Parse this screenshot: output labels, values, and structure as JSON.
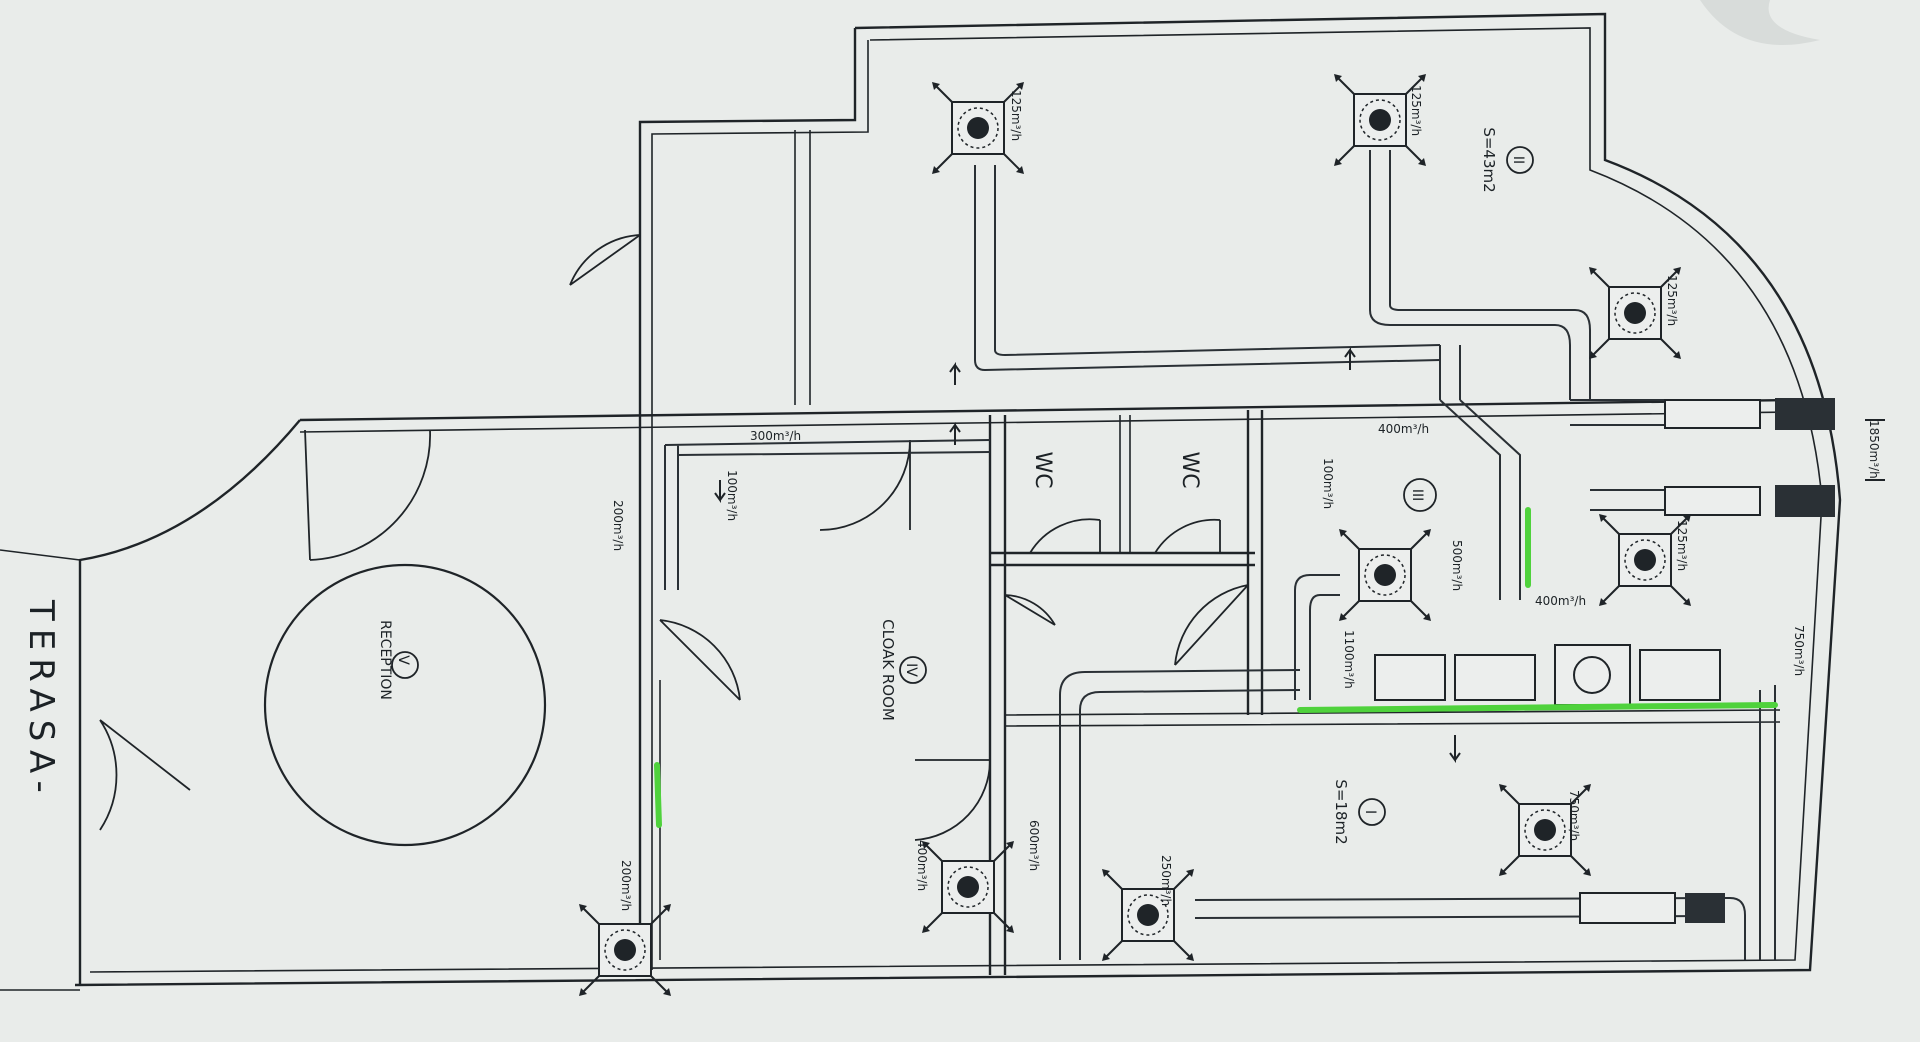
{
  "rooms": {
    "terrace": "TERASA-",
    "reception_num": "V",
    "reception": "RECEPTION",
    "cloak_num": "IV",
    "cloak": "CLOAK ROOM",
    "wc1": "WC",
    "wc2": "WC",
    "room1_num": "I",
    "room1_area": "S=18m2",
    "room2_num": "II",
    "room2_area": "S=43m2",
    "room3_num": "III"
  },
  "airflows": {
    "a300": "300m³/h",
    "a100a": "100m³/h",
    "a200a": "200m³/h",
    "a100b": "100m³/h",
    "a400a": "400m³/h",
    "a500": "500m³/h",
    "a1100": "1100m³/h",
    "a400b": "400m³/h",
    "a200b": "200m³/h",
    "a600": "600m³/h",
    "a250": "250m³/h",
    "a750": "750m³/h",
    "a125a": "125m³/h",
    "a125b": "125m³/h",
    "a125c": "125m³/h",
    "a125d": "125m³/h",
    "a1850": "1850m³/h",
    "a400c": "400m³/h",
    "a750b": "750m³/h"
  },
  "colors": {
    "paper": "#e9ecea",
    "ink": "#1f2428",
    "highlight": "#4fd23c"
  }
}
